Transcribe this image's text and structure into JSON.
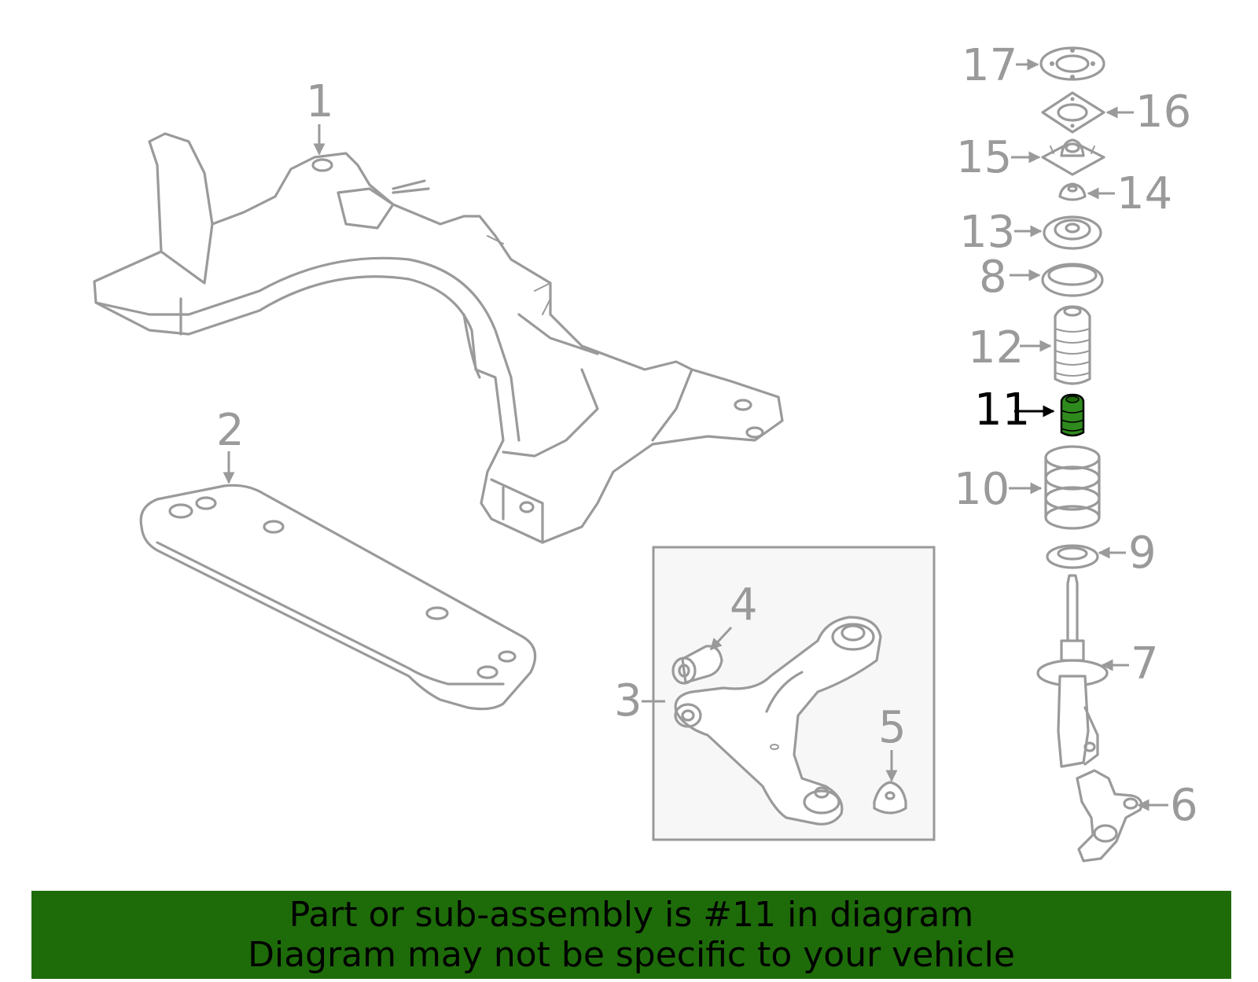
{
  "callouts": {
    "c1": "1",
    "c2": "2",
    "c3": "3",
    "c4": "4",
    "c5": "5",
    "c6": "6",
    "c7": "7",
    "c8": "8",
    "c9": "9",
    "c10": "10",
    "c11": "11",
    "c12": "12",
    "c13": "13",
    "c14": "14",
    "c15": "15",
    "c16": "16",
    "c17": "17"
  },
  "highlighted_part": "11",
  "banner": {
    "line1": "Part or sub-assembly is #11 in diagram",
    "line2": "Diagram may not be specific to your vehicle"
  },
  "colors": {
    "line": "#9a9a9a",
    "highlight_part": "#2f8a1e",
    "banner_bg": "#1e6b0a",
    "banner_text": "#000000"
  }
}
